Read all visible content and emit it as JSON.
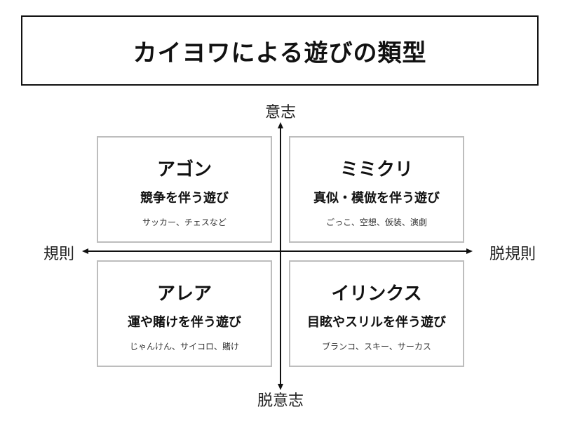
{
  "title": "カイヨワによる遊びの類型",
  "axes": {
    "top": "意志",
    "bottom": "脱意志",
    "left": "規則",
    "right": "脱規則"
  },
  "quadrants": {
    "top_left": {
      "name": "アゴン",
      "description": "競争を伴う遊び",
      "examples": "サッカー、チェスなど"
    },
    "top_right": {
      "name": "ミミクリ",
      "description": "真似・模倣を伴う遊び",
      "examples": "ごっこ、空想、仮装、演劇"
    },
    "bottom_left": {
      "name": "アレア",
      "description": "運や賭けを伴う遊び",
      "examples": "じゃんけん、サイコロ、賭け"
    },
    "bottom_right": {
      "name": "イリンクス",
      "description": "目眩やスリルを伴う遊び",
      "examples": "ブランコ、スキー、サーカス"
    }
  },
  "colors": {
    "border": "#111111",
    "quadrant_border": "#bdbdbd",
    "axis": "#111111"
  }
}
